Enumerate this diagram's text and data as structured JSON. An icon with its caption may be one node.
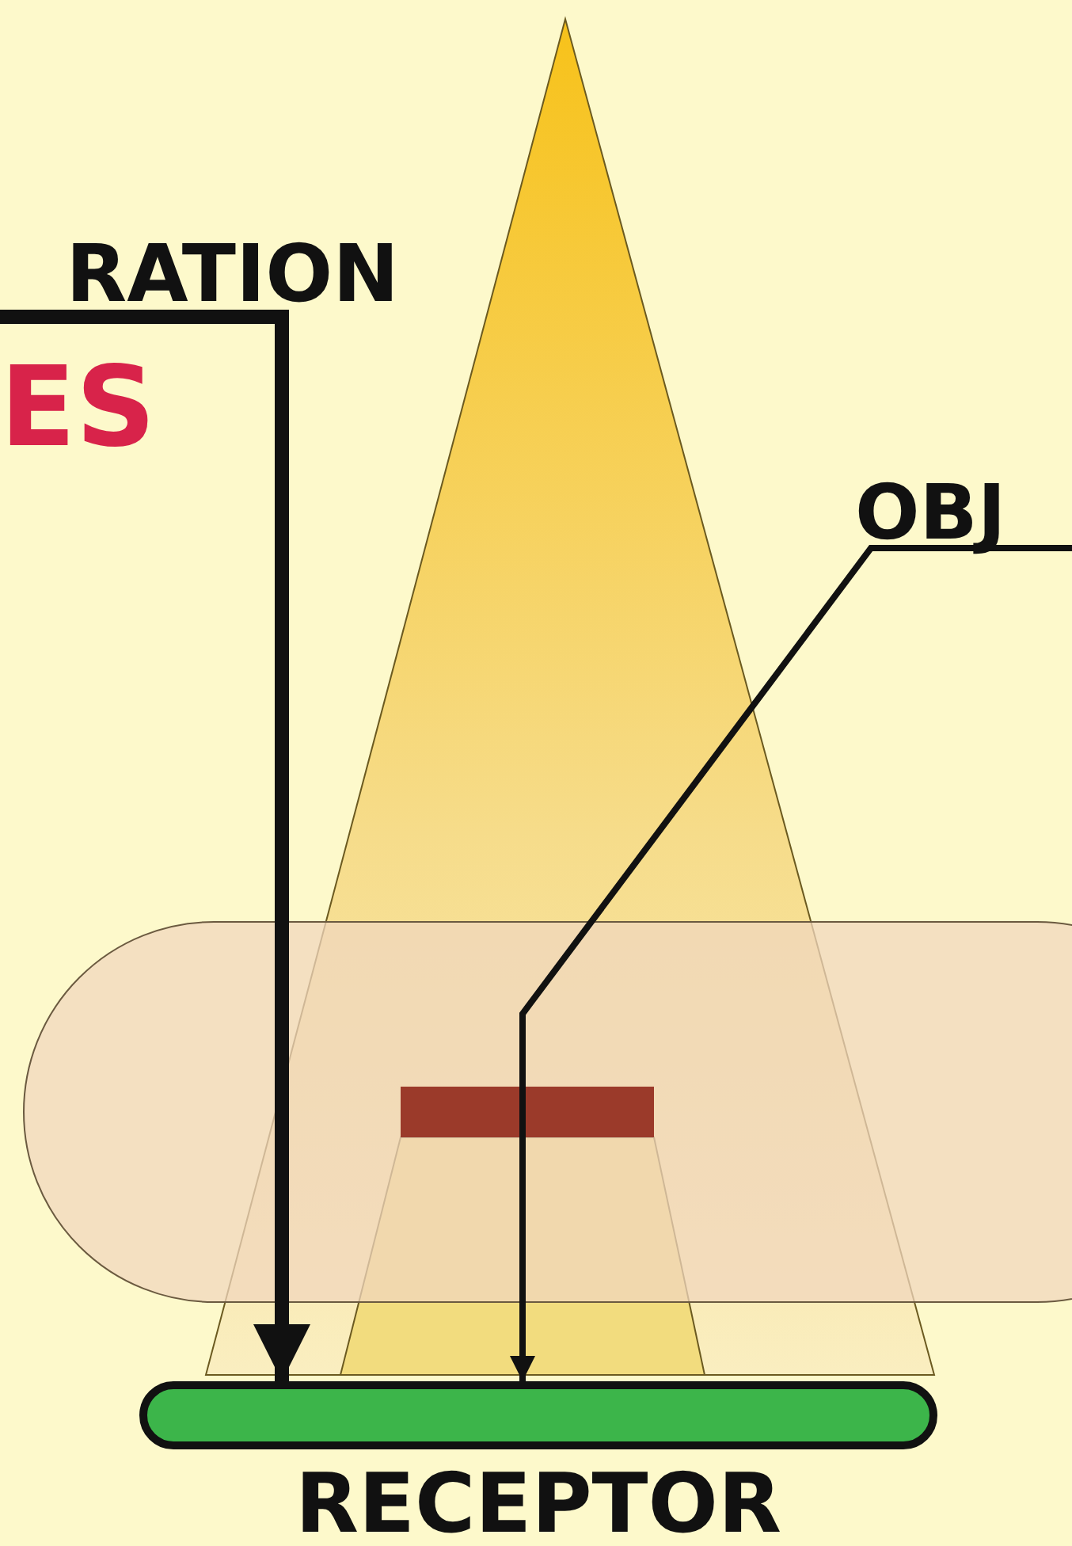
{
  "diagram": {
    "nodes": [
      {
        "text": [
          "RATION"
        ]
      },
      {
        "text": [
          "OBJ"
        ]
      },
      {
        "text": [
          "RECEPTOR"
        ]
      }
    ],
    "edges": [
      {
        "from": 0,
        "to": 2,
        "arrow": "to",
        "style": "thick"
      },
      {
        "from": 1,
        "to": 2,
        "arrow": "to"
      }
    ],
    "labels": [
      "ES"
    ]
  }
}
